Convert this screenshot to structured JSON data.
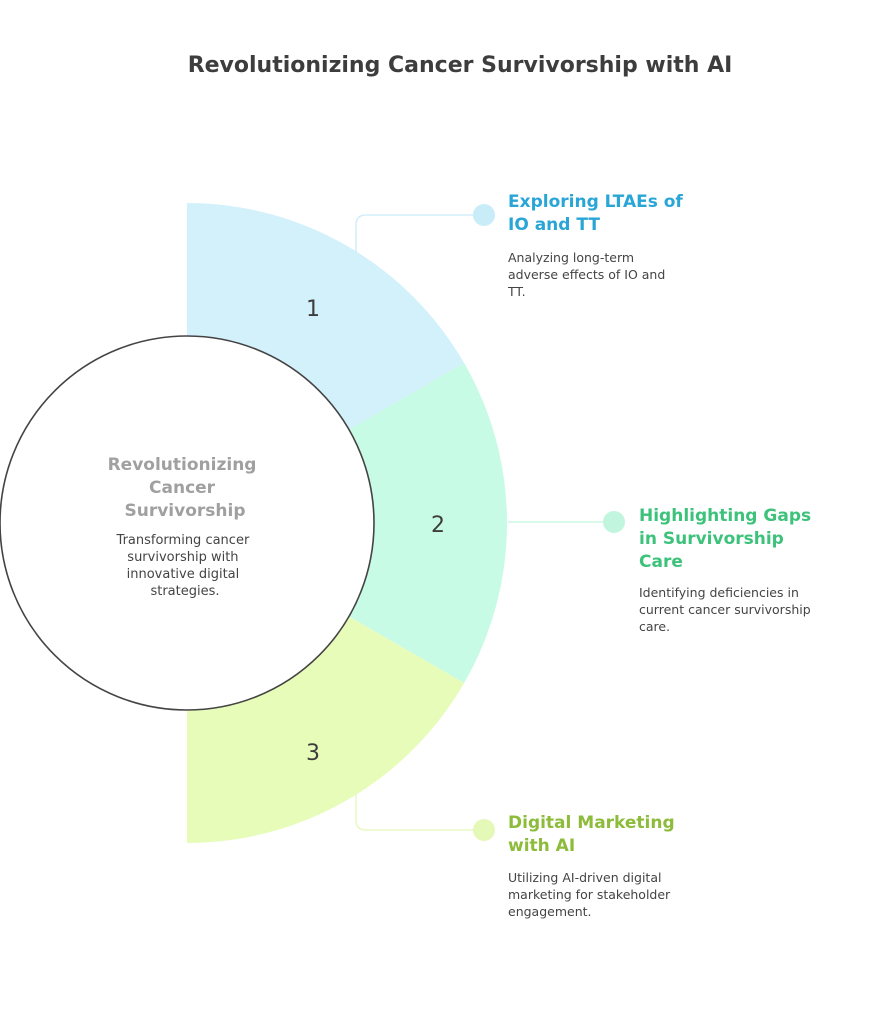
{
  "title": "Revolutionizing Cancer Survivorship with AI",
  "center": {
    "title_lines": [
      "Revolutionizing",
      "Cancer",
      "Survivorship"
    ],
    "desc_lines": [
      "Transforming cancer",
      "survivorship with",
      "innovative digital",
      "strategies."
    ]
  },
  "items": [
    {
      "number": "1",
      "title_lines": [
        "Exploring LTAEs of",
        "IO and TT"
      ],
      "desc_lines": [
        "Analyzing long-term",
        "adverse effects of IO and",
        "TT."
      ],
      "fill": "#d3f1fb",
      "dot": "#c9ecf9",
      "title_color": "#2aa6d6"
    },
    {
      "number": "2",
      "title_lines": [
        "Highlighting Gaps",
        "in Survivorship",
        "Care"
      ],
      "desc_lines": [
        "Identifying deficiencies in",
        "current cancer survivorship",
        "care."
      ],
      "fill": "#c8fbe5",
      "dot": "#c2f5dd",
      "title_color": "#3cc27a"
    },
    {
      "number": "3",
      "title_lines": [
        "Digital Marketing",
        "with AI"
      ],
      "desc_lines": [
        "Utilizing AI-driven digital",
        "marketing for stakeholder",
        "engagement."
      ],
      "fill": "#e8fcb9",
      "dot": "#e4f8b8",
      "title_color": "#8dbb3a"
    }
  ]
}
